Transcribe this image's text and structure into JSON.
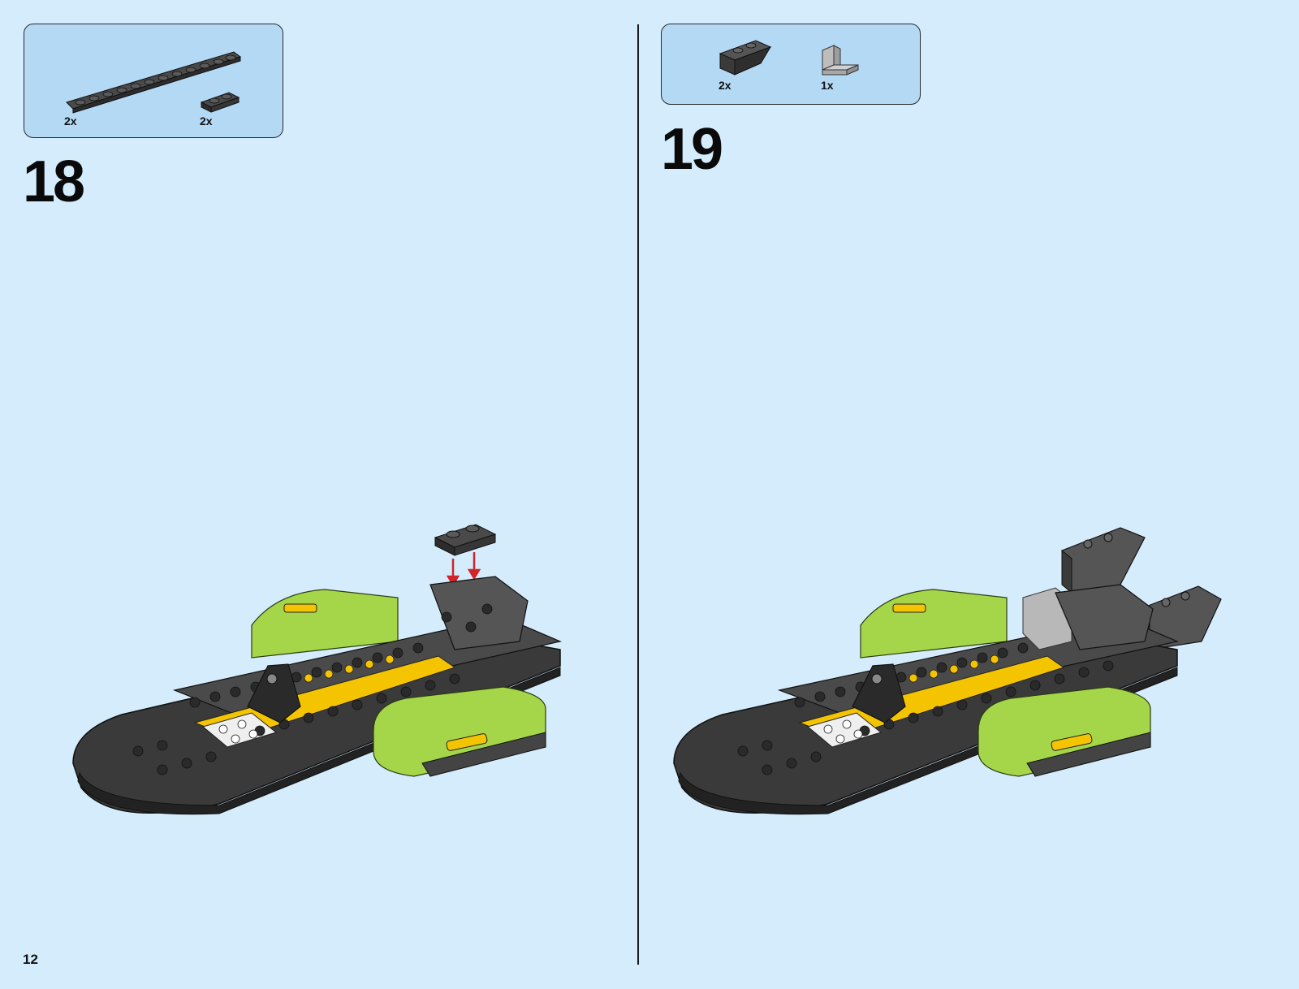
{
  "page": {
    "number": "12"
  },
  "steps": [
    {
      "number": "18",
      "parts": [
        {
          "quantity": "2x",
          "icon": "plate-1x12-dark-gray-icon"
        },
        {
          "quantity": "2x",
          "icon": "plate-1x2-dark-gray-icon"
        }
      ]
    },
    {
      "number": "19",
      "parts": [
        {
          "quantity": "2x",
          "icon": "slope-inverted-dark-gray-icon"
        },
        {
          "quantity": "1x",
          "icon": "bracket-light-gray-icon"
        }
      ]
    }
  ],
  "colors": {
    "background": "#d4ecfb",
    "parts_box": "#b4d9f5",
    "brick_dark": "#3a3a3a",
    "brick_lime": "#a5d64a",
    "brick_yellow": "#f5c400",
    "arrow_red": "#d2232a"
  }
}
